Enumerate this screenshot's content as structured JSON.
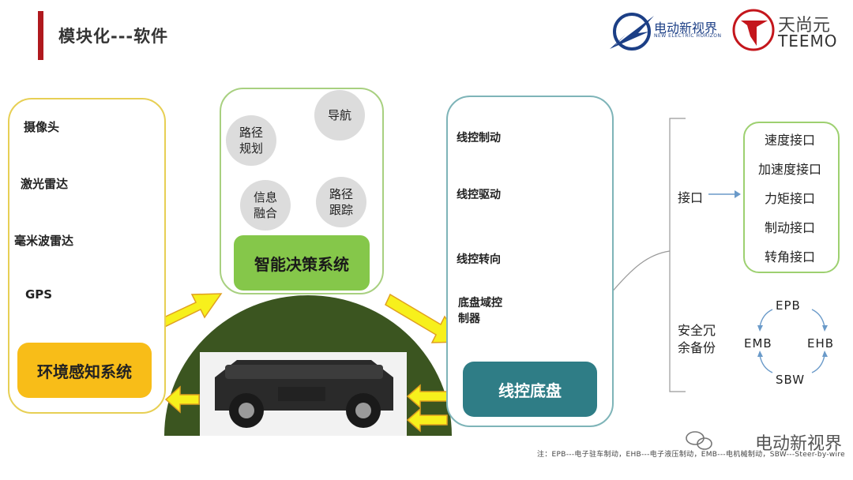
{
  "header": {
    "title": "模块化---软件"
  },
  "logos": {
    "edn_cn": "电动新视界",
    "edn_en": "NEW ELECTRIC HORIZON",
    "teemo_cn": "天尚元",
    "teemo_en": "TEEMO"
  },
  "perception": {
    "items": [
      {
        "label": "摄像头",
        "icon": "camera-icon"
      },
      {
        "label": "激光雷达",
        "icon": "lidar-icon"
      },
      {
        "label": "毫米波雷达",
        "icon": "radar-icon"
      },
      {
        "label": "GPS",
        "icon": "gps-icon"
      }
    ],
    "system_label": "环境感知系统"
  },
  "decision": {
    "bubbles": [
      "导航",
      "路径\n规划",
      "信息\n融合",
      "路径\n跟踪"
    ],
    "system_label": "智能决策系统"
  },
  "chassis": {
    "items": [
      {
        "label": "线控制动",
        "icon": "brake-unit-icon"
      },
      {
        "label": "线控驱动",
        "icon": "drive-chassis-icon"
      },
      {
        "label": "线控转向",
        "icon": "steering-icon"
      },
      {
        "label": "底盘域控\n制器",
        "icon": "ecu-icon"
      }
    ],
    "system_label": "线控底盘"
  },
  "interfaces": {
    "label": "接口",
    "items": [
      "速度接口",
      "加速度接口",
      "力矩接口",
      "制动接口",
      "转角接口"
    ]
  },
  "redundancy": {
    "label": "安全冗\n余备份",
    "nodes": [
      "EPB",
      "EHB",
      "SBW",
      "EMB"
    ]
  },
  "footnote": "注：EPB---电子驻车制动，EHB---电子液压制动，EMB---电机械制动，SBW---Steer-by-wire",
  "watermark": "电动新视界",
  "colors": {
    "accent_red": "#b0191e",
    "perception_yellow": "#f8bd18",
    "decision_green": "#85c74a",
    "chassis_teal": "#2f7d86",
    "arrow_yellow": "#f7f01c",
    "arch_green": "#3b5520"
  }
}
